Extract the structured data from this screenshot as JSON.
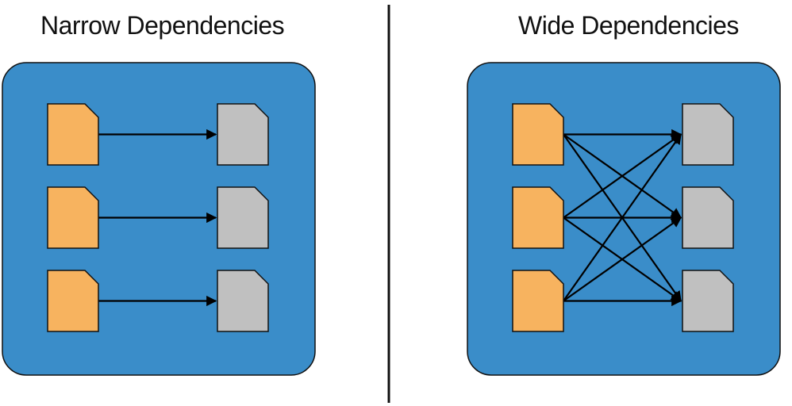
{
  "narrow": {
    "title": "Narrow Dependencies",
    "mapping": [
      [
        0,
        0
      ],
      [
        1,
        1
      ],
      [
        2,
        2
      ]
    ]
  },
  "wide": {
    "title": "Wide Dependencies",
    "mapping": [
      [
        0,
        0
      ],
      [
        0,
        1
      ],
      [
        0,
        2
      ],
      [
        1,
        0
      ],
      [
        1,
        1
      ],
      [
        1,
        2
      ],
      [
        2,
        0
      ],
      [
        2,
        1
      ],
      [
        2,
        2
      ]
    ]
  },
  "colors": {
    "panel_fill": "#3a8dc9",
    "panel_stroke": "#111111",
    "parent_fill": "#f7b35f",
    "child_fill": "#c0c0c0",
    "arrow": "#000000",
    "divider": "#111111"
  }
}
